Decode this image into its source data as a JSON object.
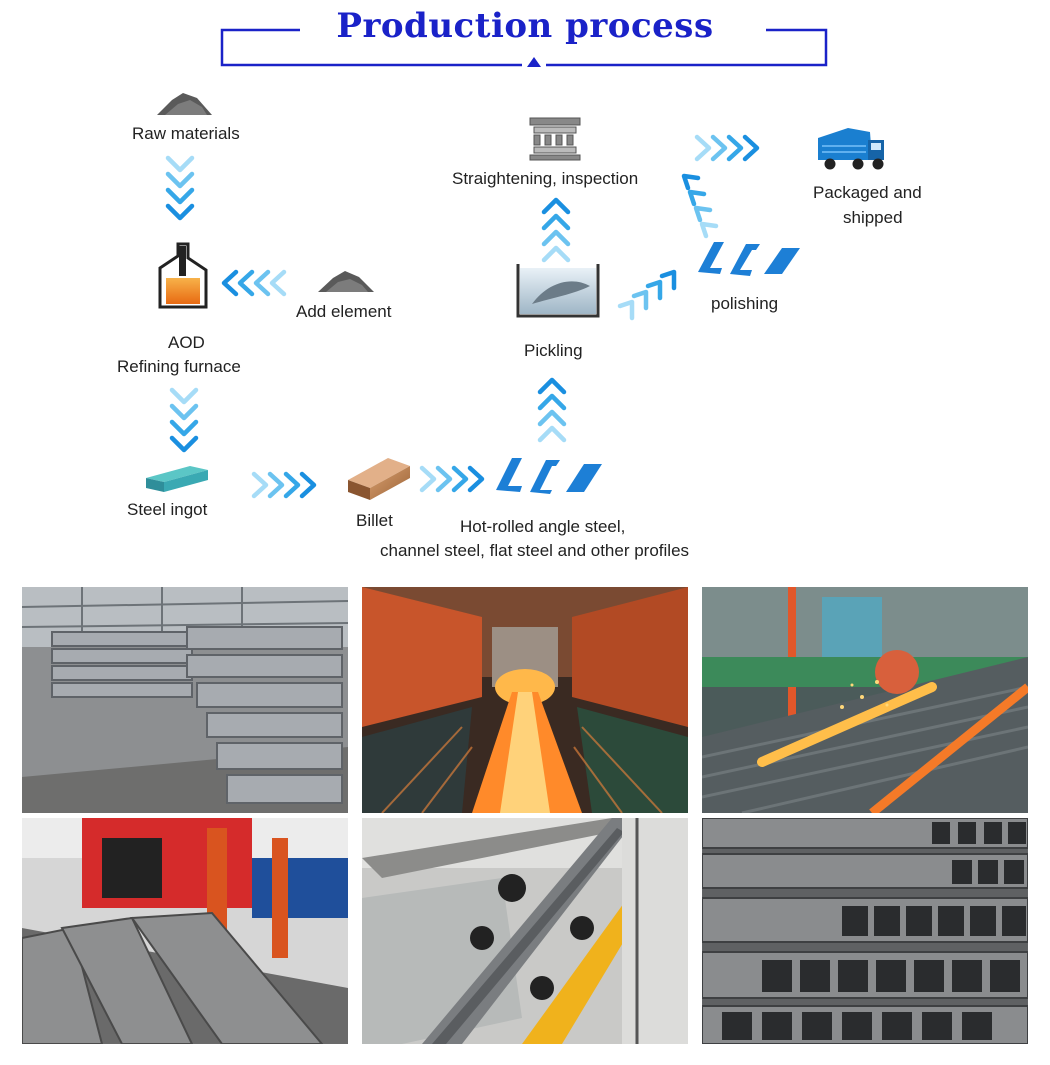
{
  "title": "Production process",
  "steps": {
    "raw_materials": "Raw materials",
    "aod": "AOD",
    "refining_furnace": "Refining furnace",
    "add_element": "Add element",
    "steel_ingot": "Steel ingot",
    "billet": "Billet",
    "hot_rolled_1": "Hot-rolled angle steel,",
    "hot_rolled_2": "channel steel, flat steel and other profiles",
    "pickling": "Pickling",
    "straightening": "Straightening, inspection",
    "polishing": "polishing",
    "packaged_1": "Packaged and",
    "packaged_2": "shipped"
  },
  "colors": {
    "title": "#1a22c8",
    "arrow": "#1ea0e6",
    "arrow_light": "#8fd3f5",
    "profile": "#1d7fd6"
  },
  "icons": [
    "ore-pile-icon",
    "furnace-icon",
    "ore-pile-icon",
    "ingot-icon",
    "billet-icon",
    "profile-steel-icon",
    "pickling-tank-icon",
    "press-icon",
    "profile-steel-icon",
    "truck-icon",
    "chevron-arrow-icon"
  ],
  "photos": [
    "steel-channel-stacks-photo",
    "hot-rolling-mill-photo",
    "hot-bar-cooling-bed-photo",
    "channel-steel-cutting-photo",
    "straightening-line-photo",
    "square-tube-stacks-photo"
  ]
}
